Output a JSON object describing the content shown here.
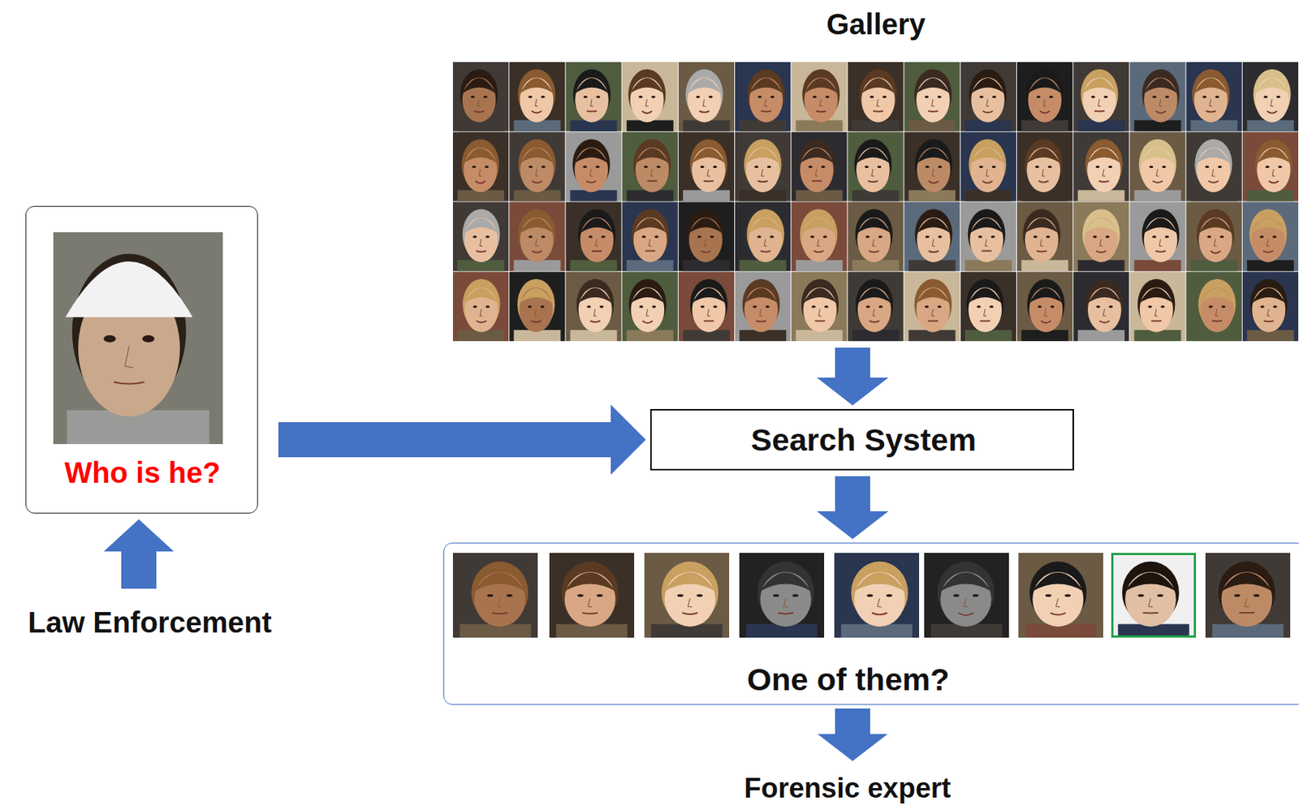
{
  "diagram": {
    "nodes": [
      {
        "text": [
          "Gallery"
        ]
      },
      {
        "text": [
          "Who is he?"
        ]
      },
      {
        "text": [
          "Search System"
        ]
      },
      {
        "text": [
          "One of them?"
        ]
      }
    ],
    "edges": [
      {
        "from": 0,
        "to": 2,
        "arrow": "to"
      },
      {
        "from": 1,
        "to": 2,
        "arrow": "to"
      },
      {
        "from": 2,
        "to": 3,
        "arrow": "to"
      }
    ],
    "labels": [
      "Law Enforcement",
      "Forensic expert"
    ]
  }
}
